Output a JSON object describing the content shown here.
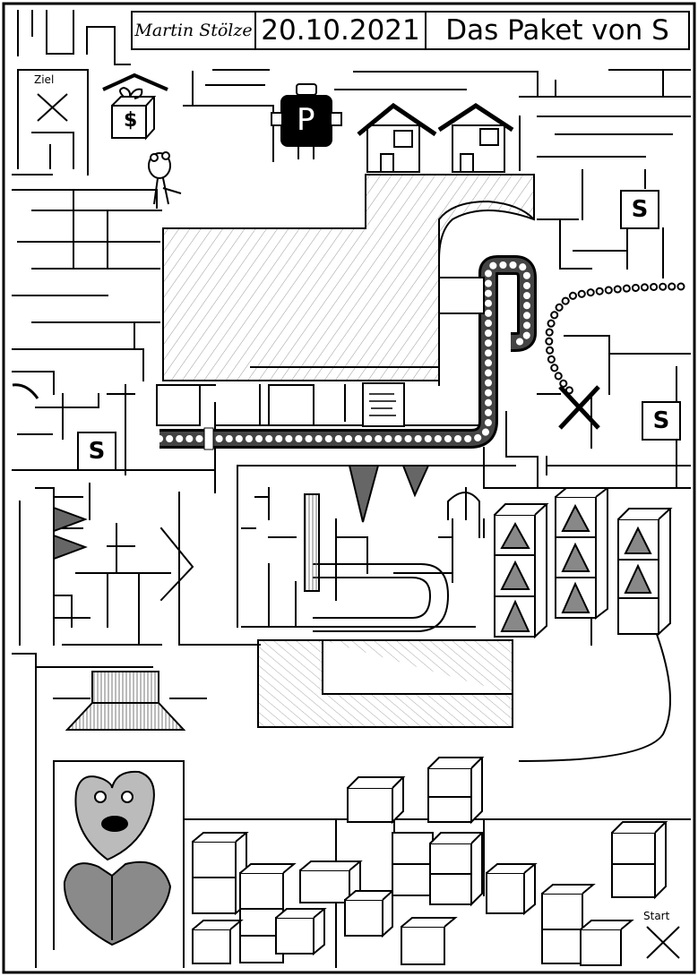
{
  "header": {
    "author": "Martin Stölze",
    "date": "20.10.2021",
    "title": "Das Paket von S"
  },
  "markers": {
    "goal_label": "Ziel",
    "start_label": "Start",
    "parcel_symbol": "$",
    "car_letter": "P"
  },
  "s_boxes": [
    "S",
    "S",
    "S"
  ],
  "icons": {
    "parcel": "gift-box-icon",
    "creature": "frog-creature-icon",
    "car": "parking-robot-icon",
    "houses": "house-icon",
    "heart": "heart-creature-icon"
  },
  "colors": {
    "ink": "#000000",
    "paper": "#ffffff",
    "hatch": "#9a9a9a"
  }
}
